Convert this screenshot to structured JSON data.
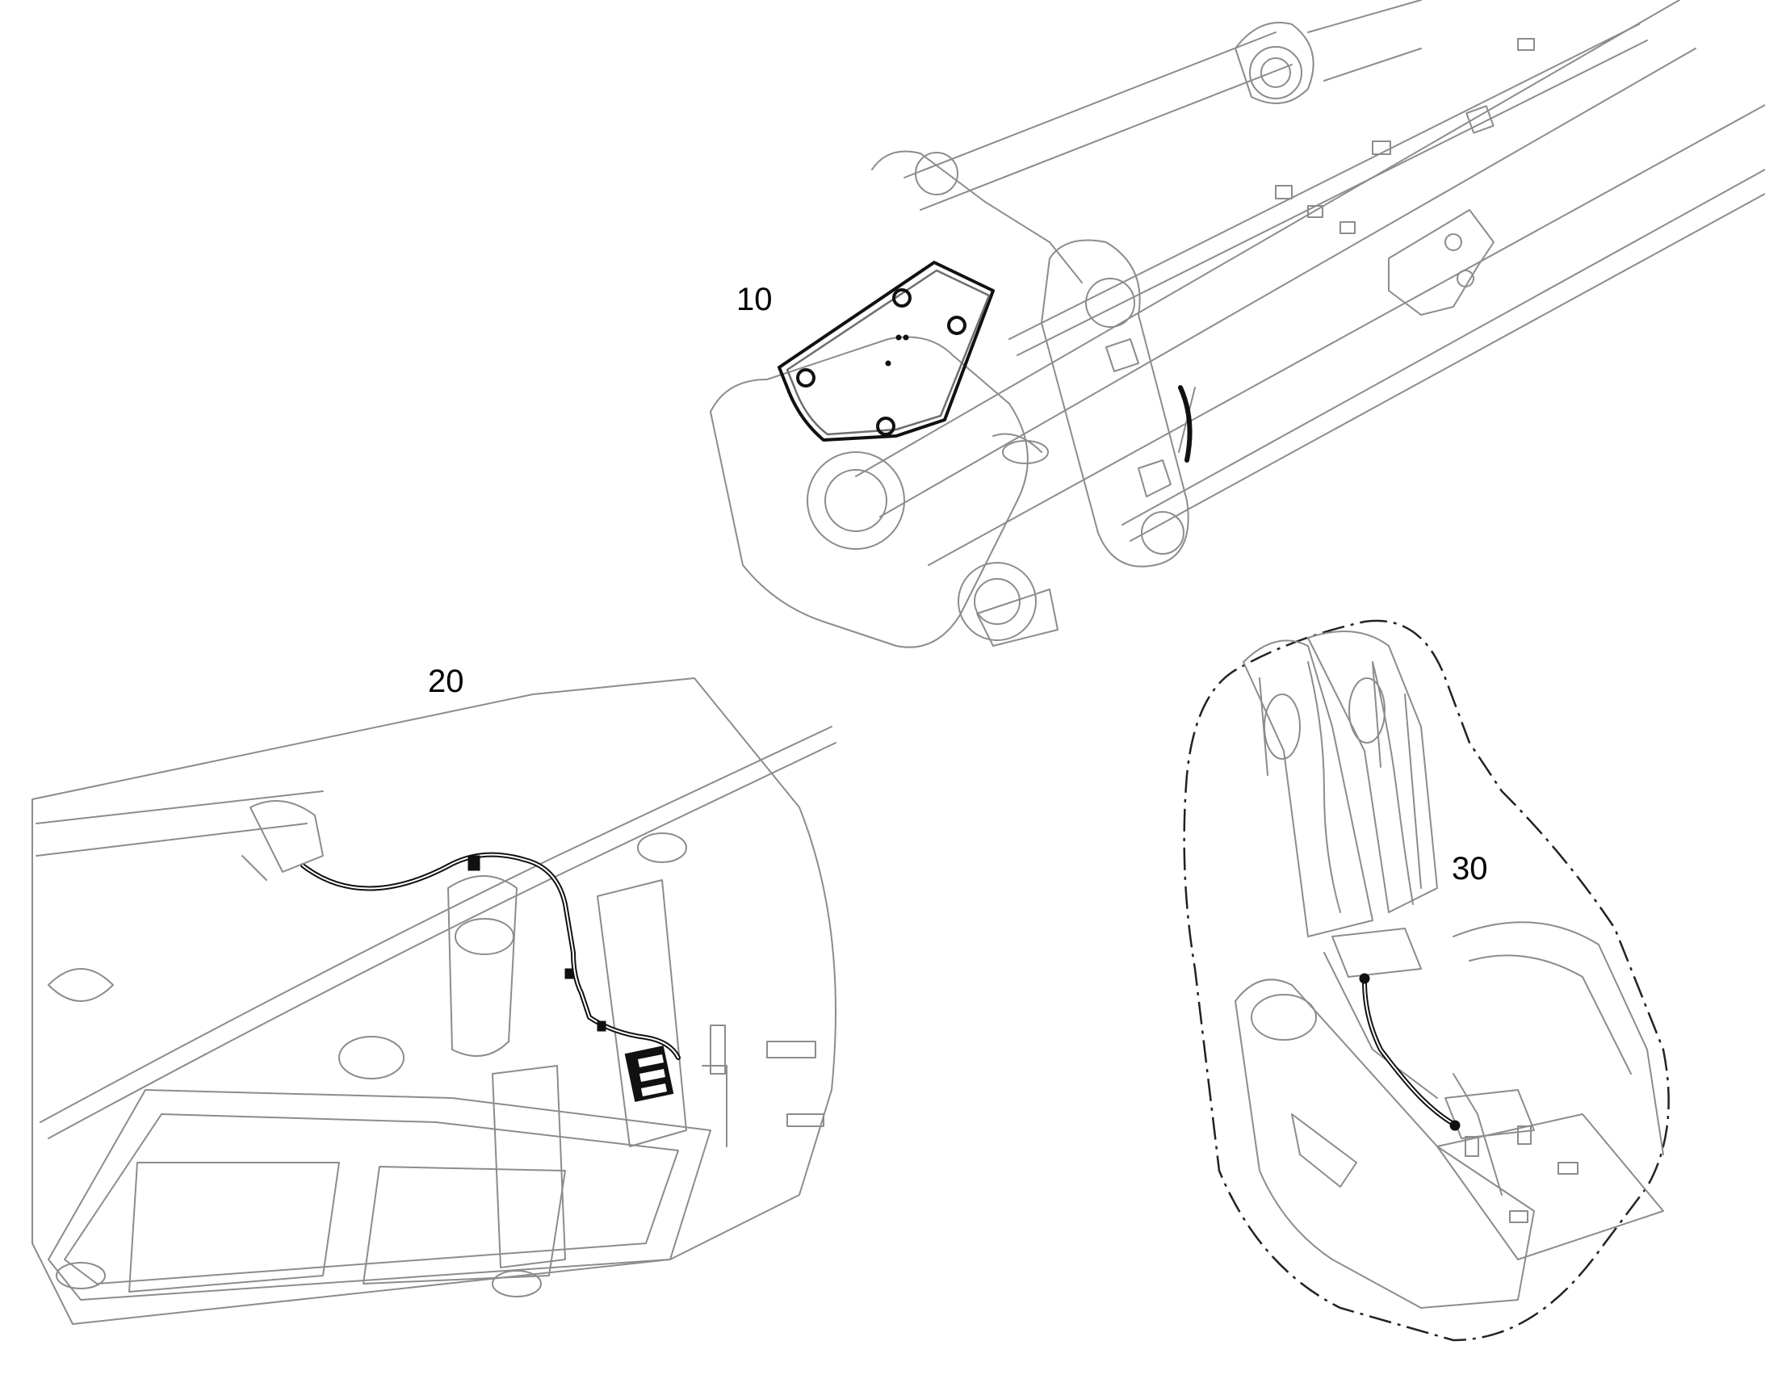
{
  "callouts": {
    "view_10": "10",
    "view_20": "20",
    "view_30": "30"
  },
  "colors": {
    "line_art": "#8c8c8c",
    "highlight": "#111111",
    "background": "#ffffff"
  }
}
